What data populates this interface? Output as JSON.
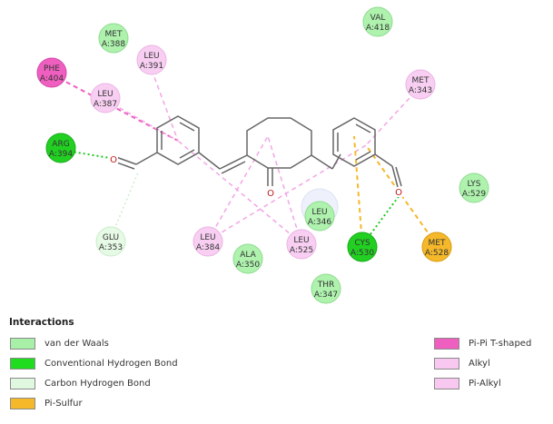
{
  "residues": [
    {
      "id": "met388",
      "line1": "MET",
      "line2": "A:388",
      "type": "vdw"
    },
    {
      "id": "val418",
      "line1": "VAL",
      "line2": "A:418",
      "type": "vdw"
    },
    {
      "id": "leu391",
      "line1": "LEU",
      "line2": "A:391",
      "type": "alkyl"
    },
    {
      "id": "phe404",
      "line1": "PHE",
      "line2": "A:404",
      "type": "pipi"
    },
    {
      "id": "leu387",
      "line1": "LEU",
      "line2": "A:387",
      "type": "alkyl"
    },
    {
      "id": "met343",
      "line1": "MET",
      "line2": "A:343",
      "type": "alkyl"
    },
    {
      "id": "arg394",
      "line1": "ARG",
      "line2": "A:394",
      "type": "hbond"
    },
    {
      "id": "lys529",
      "line1": "LYS",
      "line2": "A:529",
      "type": "vdw"
    },
    {
      "id": "leu346",
      "line1": "LEU",
      "line2": "A:346",
      "type": "vdw"
    },
    {
      "id": "glu353",
      "line1": "GLU",
      "line2": "A:353",
      "type": "chbond"
    },
    {
      "id": "leu384",
      "line1": "LEU",
      "line2": "A:384",
      "type": "alkyl"
    },
    {
      "id": "ala350",
      "line1": "ALA",
      "line2": "A:350",
      "type": "vdw"
    },
    {
      "id": "leu525",
      "line1": "LEU",
      "line2": "A:525",
      "type": "alkyl"
    },
    {
      "id": "cys530",
      "line1": "CYS",
      "line2": "A:530",
      "type": "hbond"
    },
    {
      "id": "met528",
      "line1": "MET",
      "line2": "A:528",
      "type": "pisulfur"
    },
    {
      "id": "thr347",
      "line1": "THR",
      "line2": "A:347",
      "type": "vdw"
    }
  ],
  "legend": {
    "title": "Interactions",
    "items": [
      {
        "id": "vdw",
        "label": "van der Waals",
        "color": "#a8f0a8"
      },
      {
        "id": "hbond",
        "label": "Conventional Hydrogen Bond",
        "color": "#1fdc1f"
      },
      {
        "id": "chbond",
        "label": "Carbon Hydrogen Bond",
        "color": "#dff8df"
      },
      {
        "id": "pisulfur",
        "label": "Pi-Sulfur",
        "color": "#f4b82a"
      },
      {
        "id": "pipi",
        "label": "Pi-Pi T-shaped",
        "color": "#ef5fbf"
      },
      {
        "id": "alkyl",
        "label": "Alkyl",
        "color": "#f8c8f0"
      },
      {
        "id": "pialkyl",
        "label": "Pi-Alkyl",
        "color": "#f8c8f0"
      }
    ]
  },
  "atoms": {
    "oxygen": "O"
  }
}
